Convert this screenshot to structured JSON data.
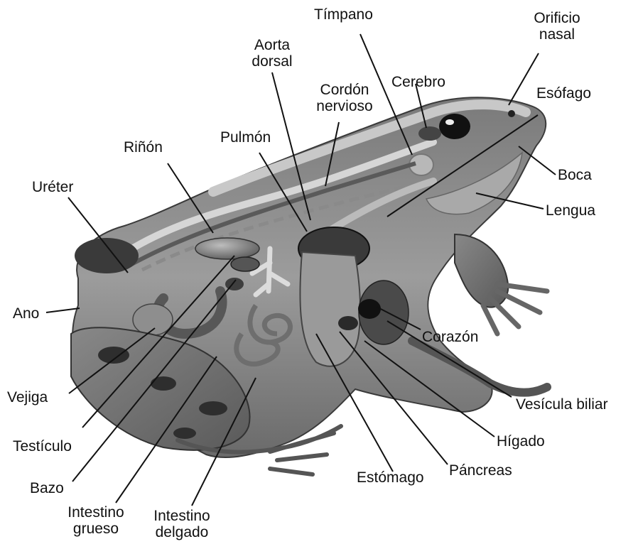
{
  "diagram": {
    "labels": {
      "timpano": "Tímpano",
      "orificio_nasal": [
        "Orificio",
        "nasal"
      ],
      "aorta_dorsal": [
        "Aorta",
        "dorsal"
      ],
      "cerebro": "Cerebro",
      "esofago": "Esófago",
      "cordon_nervioso": [
        "Cordón",
        "nervioso"
      ],
      "rinon": "Riñón",
      "pulmon": "Pulmón",
      "boca": "Boca",
      "ureter": "Uréter",
      "lengua": "Lengua",
      "ano": "Ano",
      "corazon": "Corazón",
      "vejiga": "Vejiga",
      "vesicula_biliar": "Vesícula biliar",
      "testiculo": "Testículo",
      "higado": "Hígado",
      "pancreas": "Páncreas",
      "bazo": "Bazo",
      "estomago": "Estómago",
      "intestino_grueso": [
        "Intestino",
        "grueso"
      ],
      "intestino_delgado": [
        "Intestino",
        "delgado"
      ]
    }
  }
}
